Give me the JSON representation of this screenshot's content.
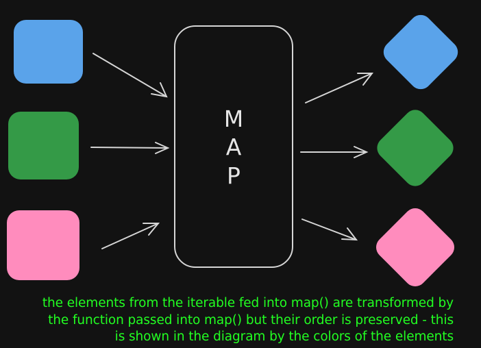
{
  "diagram": {
    "map_label": [
      "M",
      "A",
      "P"
    ],
    "colors": {
      "background": "#121212",
      "blue": "#5aa3ea",
      "green": "#349a47",
      "pink": "#ff8cbd",
      "outline": "#d6d6d6"
    },
    "input_elements": [
      "blue",
      "green",
      "pink"
    ],
    "output_elements": [
      "blue",
      "green",
      "pink"
    ]
  },
  "caption": {
    "lines": [
      "the elements from the iterable fed into map() are transformed by",
      "the function passed into map() but their order is preserved - this",
      "is shown in the diagram by the colors of the elements"
    ],
    "color": "#22ff22"
  }
}
